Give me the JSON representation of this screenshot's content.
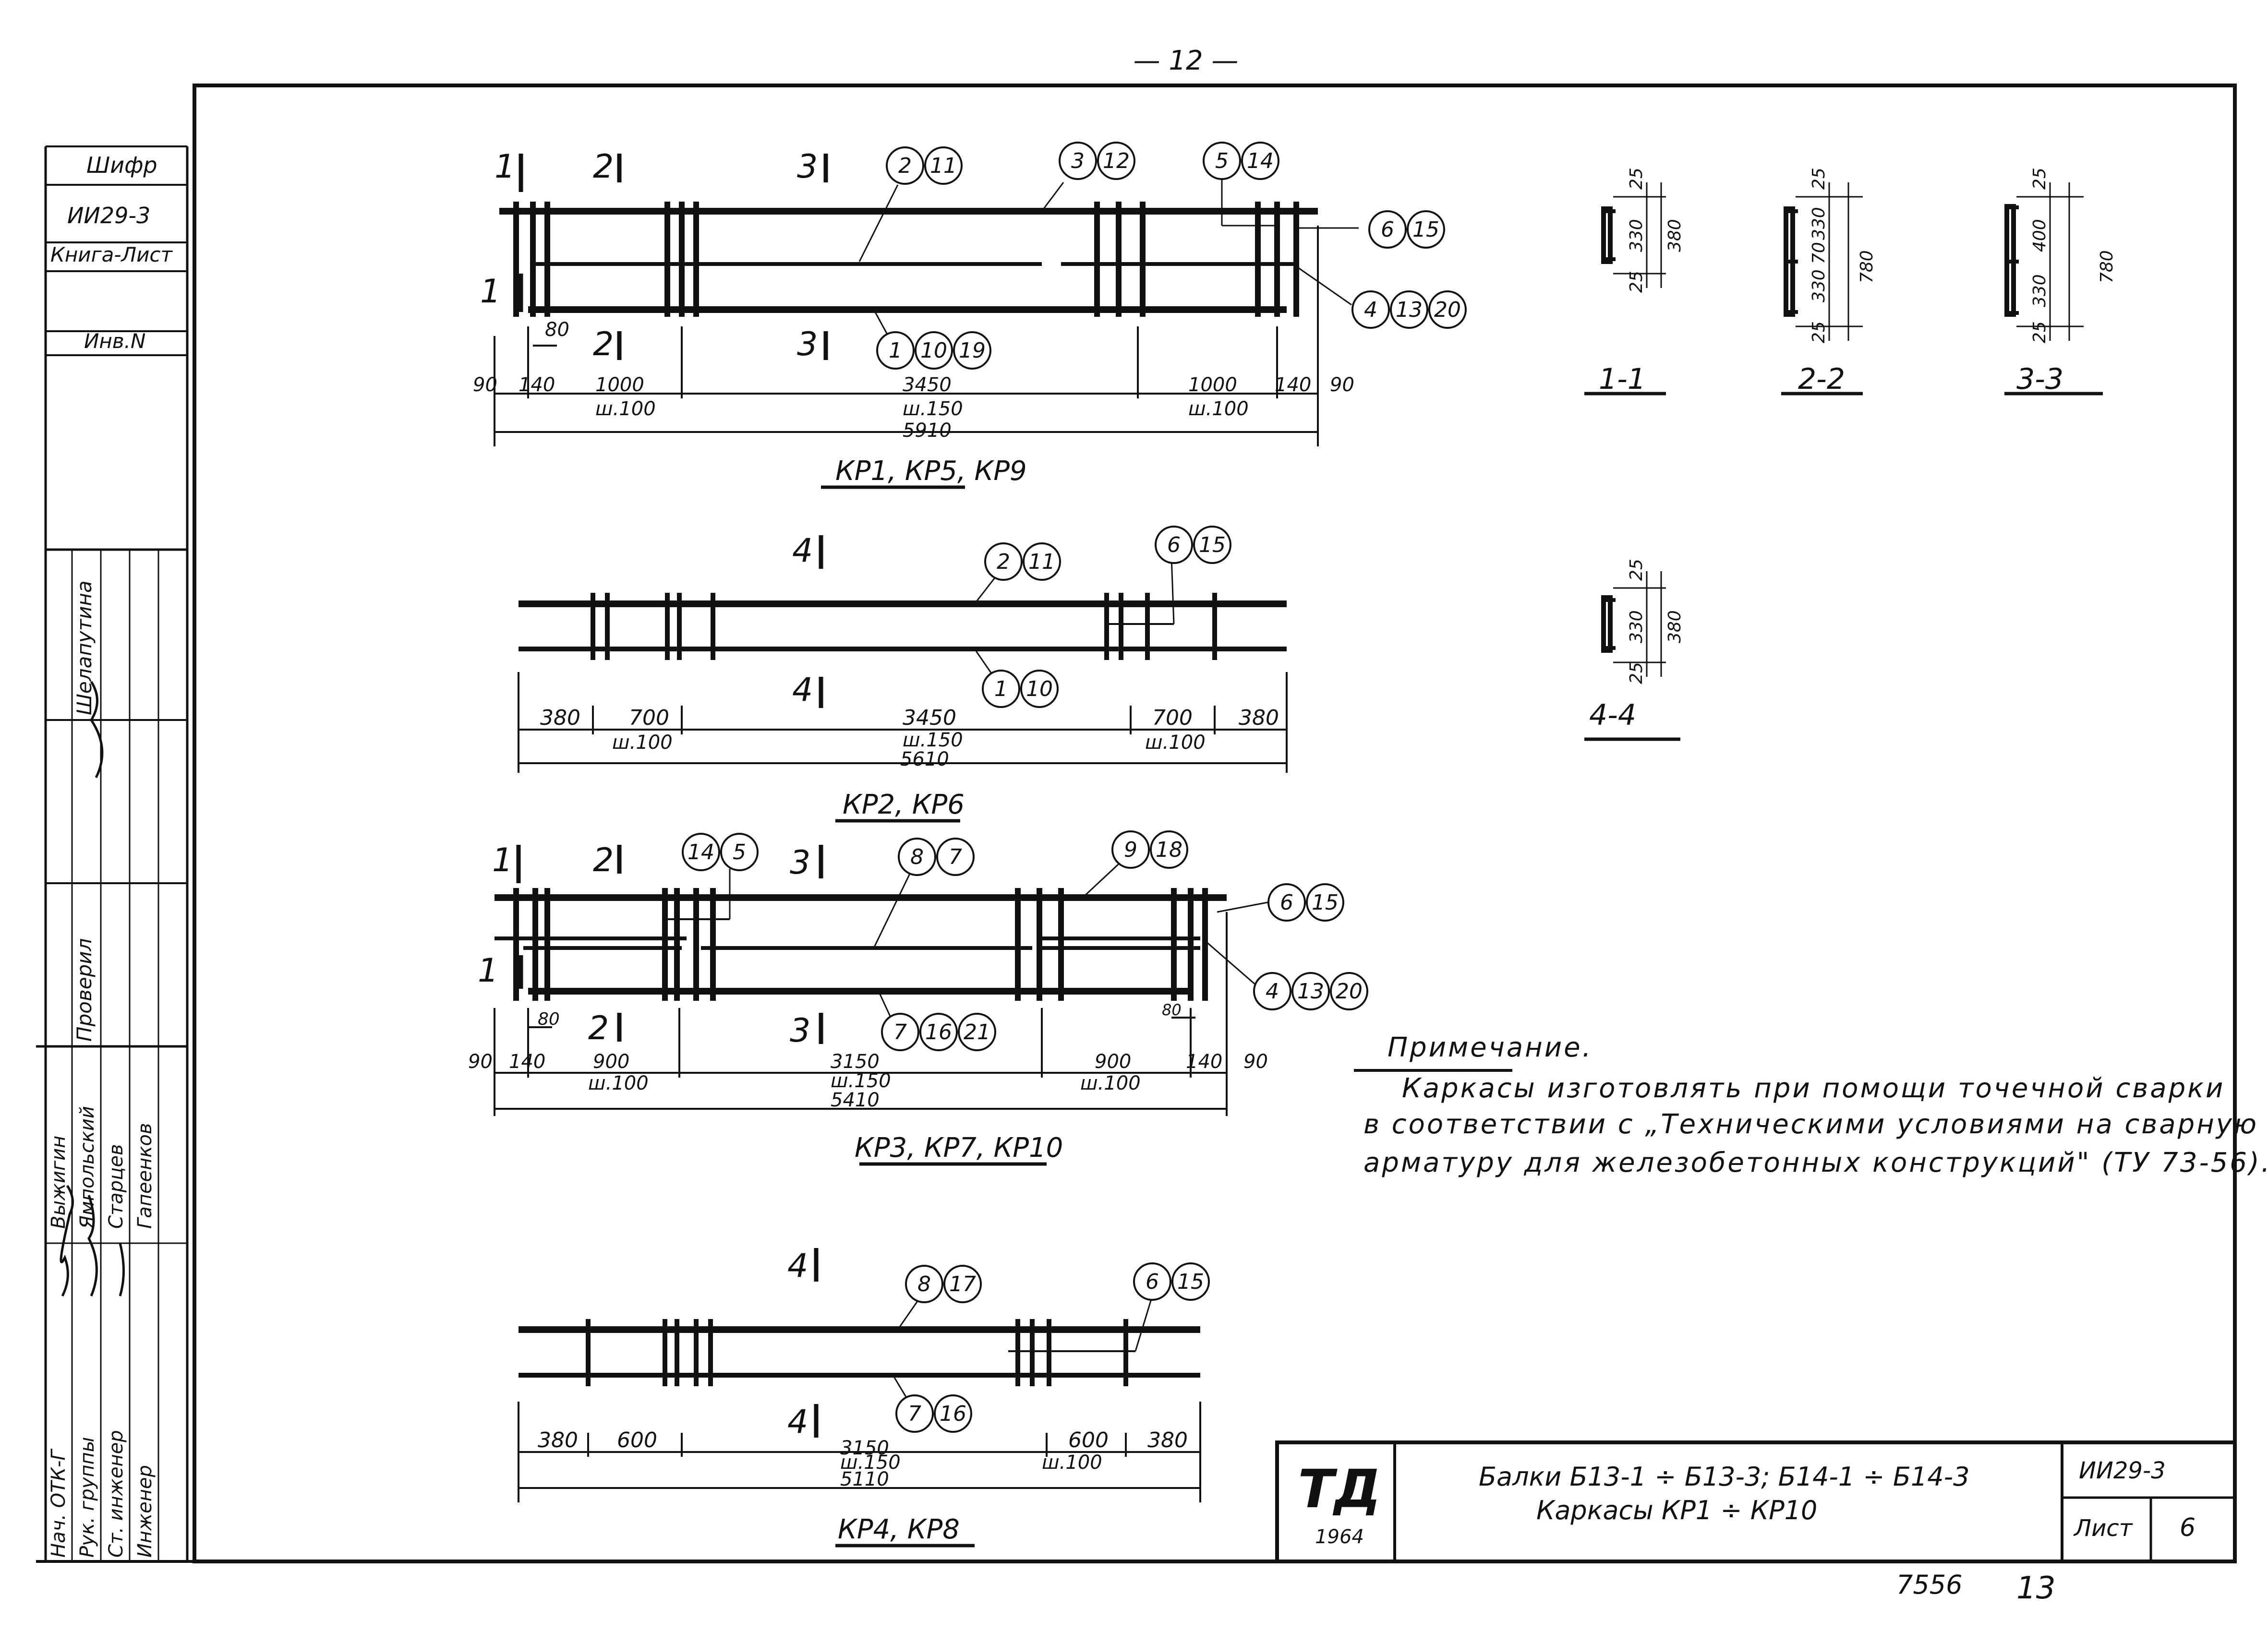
{
  "page_number": "— 12 —",
  "left_stamp": {
    "shifr_label": "Шифр",
    "shifr_value": "ИИ29-3",
    "kniga_list_label": "Книга-Лист",
    "inv_label": "Инв.N",
    "roles": [
      "Нач. ОТК-Г",
      "Рук. группы",
      "Ст. инженер",
      "Инженер"
    ],
    "names": [
      "Выжигин",
      "Ямпольский",
      "Старцев",
      "Гапеенков"
    ],
    "checked_label": "Проверил",
    "checked_name": "Шелапутина"
  },
  "frames": [
    {
      "caption": "КР1, КР5, КР9",
      "sections_top": [
        "1",
        "2",
        "3"
      ],
      "sections_bottom": [
        "1",
        "2",
        "3"
      ],
      "callouts": [
        "2",
        "11",
        "3",
        "12",
        "5",
        "14",
        "6",
        "15",
        "4",
        "13",
        "20",
        "1",
        "10",
        "19"
      ],
      "dims": [
        "90",
        "140",
        "1000",
        "ш.100",
        "3450",
        "ш.150",
        "5910",
        "1000",
        "ш.100",
        "140",
        "90",
        "80"
      ]
    },
    {
      "caption": "КР2, КР6",
      "sections_top": [
        "4"
      ],
      "sections_bottom": [
        "4"
      ],
      "callouts": [
        "2",
        "11",
        "6",
        "15",
        "1",
        "10"
      ],
      "dims": [
        "380",
        "700",
        "ш.100",
        "3450",
        "ш.150",
        "5610",
        "700",
        "ш.100",
        "380"
      ]
    },
    {
      "caption": "КР3, КР7, КР10",
      "sections_top": [
        "1",
        "2",
        "3"
      ],
      "sections_bottom": [
        "1",
        "2",
        "3"
      ],
      "callouts": [
        "14",
        "5",
        "8",
        "7",
        "9",
        "18",
        "6",
        "15",
        "4",
        "13",
        "20",
        "7",
        "16",
        "21"
      ],
      "dims": [
        "90",
        "140",
        "900",
        "ш.100",
        "3150",
        "ш.150",
        "5410",
        "900",
        "ш.100",
        "140",
        "90",
        "80",
        "80"
      ]
    },
    {
      "caption": "КР4, КР8",
      "sections_top": [
        "4"
      ],
      "sections_bottom": [
        "4"
      ],
      "callouts": [
        "8",
        "17",
        "6",
        "15",
        "7",
        "16"
      ],
      "dims": [
        "380",
        "600",
        "3150",
        "ш.150",
        "5110",
        "600",
        "ш.100",
        "380"
      ]
    }
  ],
  "sections": [
    {
      "label": "1-1",
      "dims": [
        "25",
        "330",
        "25",
        "380"
      ]
    },
    {
      "label": "2-2",
      "dims": [
        "25",
        "330",
        "70",
        "330",
        "25",
        "780"
      ]
    },
    {
      "label": "3-3",
      "dims": [
        "25",
        "400",
        "330",
        "25",
        "780"
      ]
    },
    {
      "label": "4-4",
      "dims": [
        "25",
        "330",
        "25",
        "380"
      ]
    }
  ],
  "note": {
    "title": "Примечание.",
    "lines": [
      "Каркасы изготовлять при помощи точечной сварки",
      "в соответствии с „Техническими условиями на сварную",
      "арматуру для железобетонных конструкций\" (ТУ 73-56)."
    ]
  },
  "title_block": {
    "logo": "ТД",
    "year": "1964",
    "title_line1": "Балки Б13-1 ÷ Б13-3; Б14-1 ÷ Б14-3",
    "title_line2": "Каркасы КР1 ÷ КР10",
    "code": "ИИ29-3",
    "sheet_label": "Лист",
    "sheet_value": "6"
  },
  "bottom_marks": [
    "7556",
    "13"
  ]
}
